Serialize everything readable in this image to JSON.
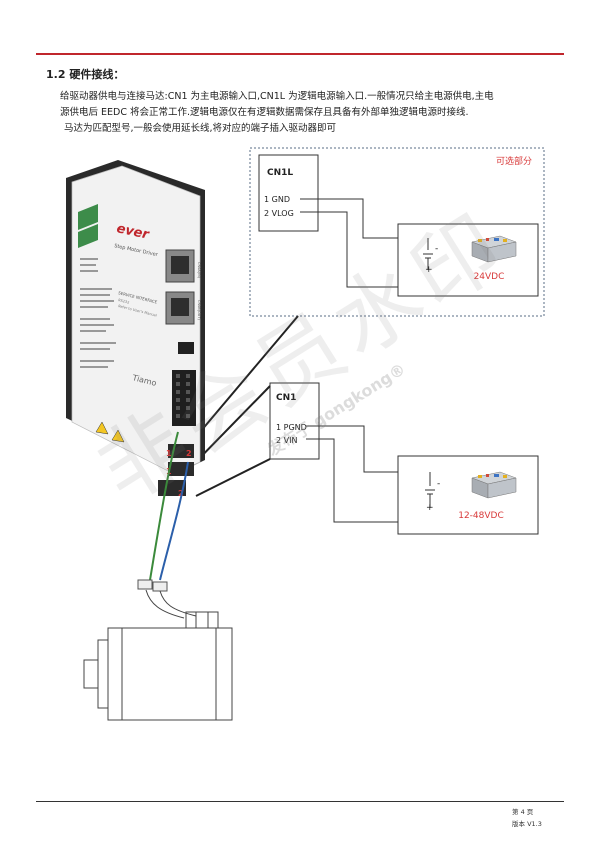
{
  "section": {
    "title": "1.2 硬件接线："
  },
  "paragraph": {
    "line1": "给驱动器供电与连接马达:CN1 为主电源输入口,CN1L 为逻辑电源输入口.一般情况只给主电源供电,主电",
    "line2": "源供电后 EEDC 将会正常工作.逻辑电源仅在有逻辑数据需保存且具备有外部单独逻辑电源时接线.",
    "line3": "马达为匹配型号,一般会使用延长线,将对应的端子插入驱动器即可"
  },
  "cn1l": {
    "title": "CN1L",
    "pin1": "1 GND",
    "pin2": "2 VLOG",
    "optional_label": "可选部分",
    "voltage": "24VDC"
  },
  "cn1": {
    "title": "CN1",
    "pin1": "1 PGND",
    "pin2": "2   VIN",
    "voltage": "12-48VDC"
  },
  "psu": {
    "minus": "-",
    "plus": "+"
  },
  "driver": {
    "brand": "ever",
    "subtitle": "Step Motor Driver",
    "product_series": "Tiamo",
    "service_title": "SERVICE INTERFACE",
    "service_lines": [
      "RS232",
      "Refer to User's Manual"
    ],
    "port1": "CN4A(IN)",
    "port2": "CN4B(OUT)",
    "pin_labels": [
      "1",
      "2",
      "1",
      "2"
    ]
  },
  "watermark": {
    "big": "非会员水印",
    "small": "发布于 gongkong®"
  },
  "footer": {
    "page": "第 4 页",
    "version": "版本 V1.3"
  },
  "colors": {
    "accent_red": "#c0262c",
    "voltage_red": "#d83a3a",
    "wire_green": "#3b8a3b",
    "wire_blue": "#2b5faa"
  }
}
